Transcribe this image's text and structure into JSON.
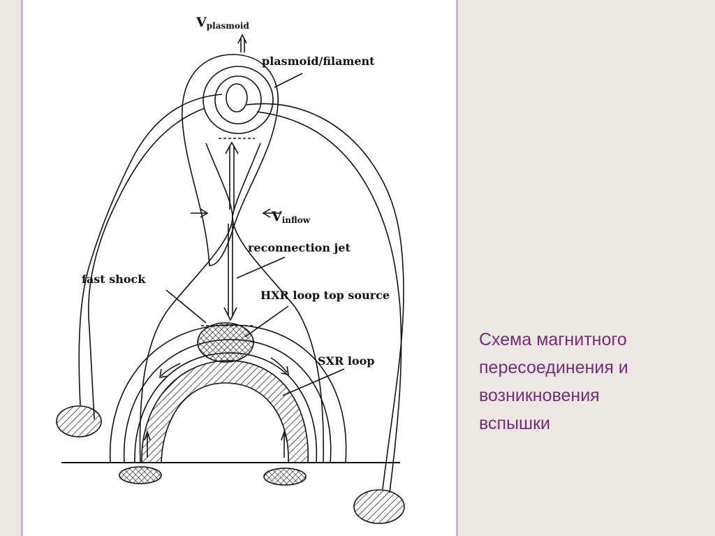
{
  "diagram": {
    "labels": {
      "v_plasmoid_main": "V",
      "v_plasmoid_sub": "plasmoid",
      "plasmoid_filament": "plasmoid/filament",
      "v_inflow_main": "V",
      "v_inflow_sub": "inflow",
      "reconnection_jet": "reconnection jet",
      "fast_shock": "fast shock",
      "hxr_loop_top_source": "HXR loop top source",
      "sxr_loop": "SXR loop"
    }
  },
  "caption": {
    "lines": [
      "Схема магнитного",
      "пересоединения и",
      "возникновения",
      "вспышки"
    ]
  },
  "colors": {
    "background": "#ebe8df",
    "panel": "#ffffff",
    "panel_border": "#c9b3e6",
    "caption_text": "#7a2a7e",
    "ink": "#111111"
  }
}
